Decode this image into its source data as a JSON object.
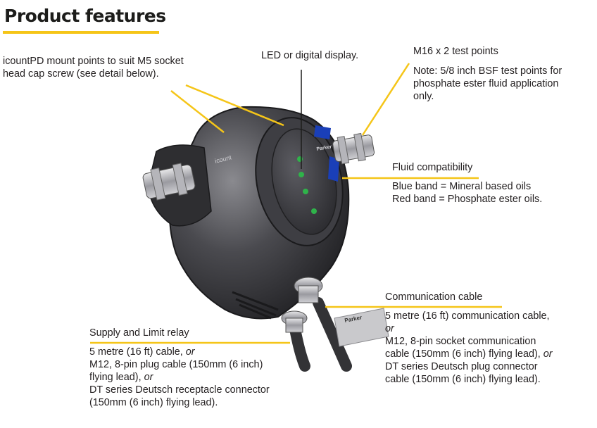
{
  "title": "Product features",
  "colors": {
    "accent": "#f5c518",
    "text": "#231f20",
    "body": "#3d3d3f"
  },
  "callouts": {
    "mount_points": {
      "line1": "icountPD mount points to suit M5 socket",
      "line2": "head cap screw (see detail below)."
    },
    "display": {
      "heading": "LED or digital display."
    },
    "test_points": {
      "heading": "M16 x 2 test points",
      "note1": "Note: 5/8 inch BSF test points for",
      "note2": "phosphate ester fluid application",
      "note3": "only."
    },
    "fluid": {
      "heading": "Fluid compatibility",
      "line1": "Blue band = Mineral based oils",
      "line2": "Red band = Phosphate ester oils."
    },
    "comm_cable": {
      "heading": "Communication cable",
      "l1": "5 metre (16 ft) communication cable,",
      "or1": "or",
      "l2": "M12, 8-pin socket communication",
      "l3a": "cable (150mm (6 inch) flying lead),",
      "or2": "or",
      "l4": "DT series Deutsch plug connector",
      "l5": "cable (150mm (6 inch) flying lead)."
    },
    "supply": {
      "heading": "Supply and Limit relay",
      "l1a": "5 metre (16 ft) cable,",
      "or1": "or",
      "l2": "M12, 8-pin plug cable (150mm (6 inch)",
      "l3a": "flying lead),",
      "or2": "or",
      "l4": "DT series Deutsch receptacle connector",
      "l5": "(150mm (6 inch) flying lead)."
    }
  },
  "device": {
    "body_logo": "icount",
    "face_logo": "Parker",
    "plate_logo": "Parker"
  }
}
